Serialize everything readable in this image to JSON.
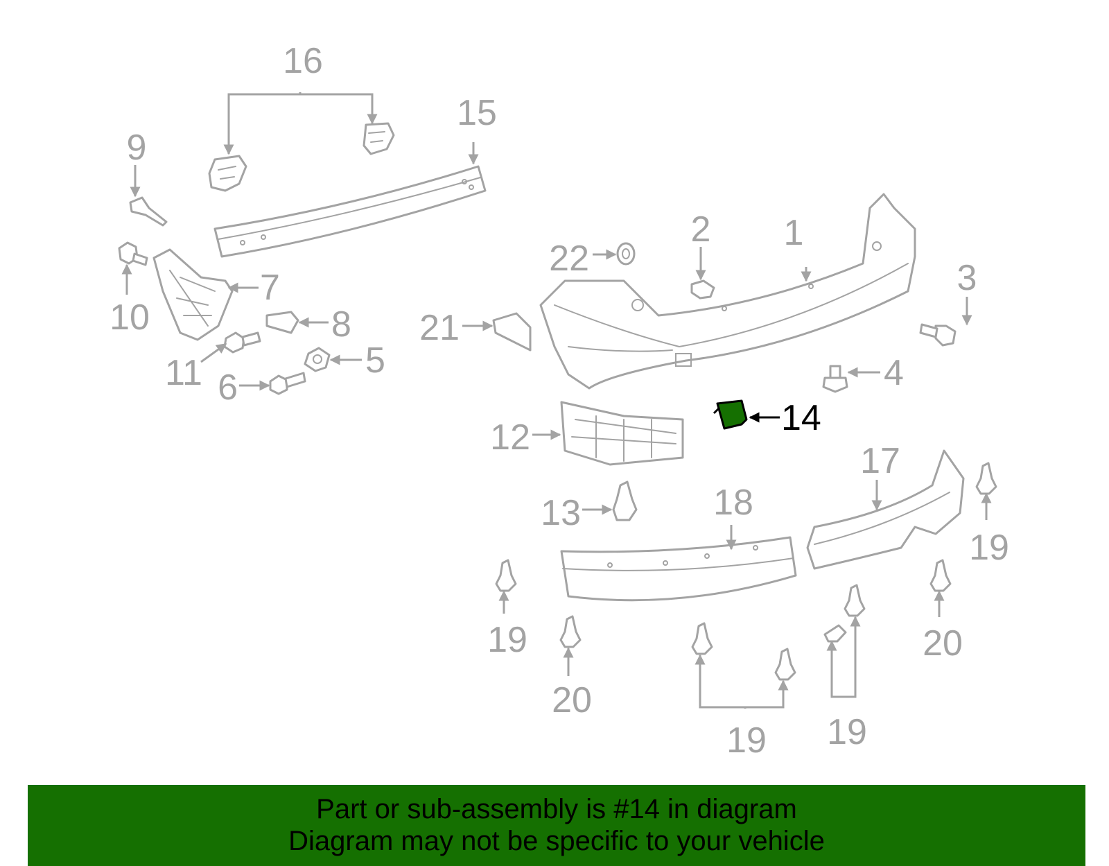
{
  "diagram": {
    "labels": {
      "l1": "1",
      "l2": "2",
      "l3": "3",
      "l4": "4",
      "l5": "5",
      "l6": "6",
      "l7": "7",
      "l8": "8",
      "l9": "9",
      "l10": "10",
      "l11": "11",
      "l12": "12",
      "l13": "13",
      "l14": "14",
      "l15": "15",
      "l16": "16",
      "l17": "17",
      "l18": "18",
      "l19": "19",
      "l20": "20",
      "l21": "21",
      "l22": "22"
    },
    "highlighted_part": "14",
    "highlight_color": "#157001",
    "part_color": "#a3a3a3"
  },
  "banner": {
    "line1": "Part or sub-assembly is #14 in diagram",
    "line2": "Diagram may not be specific to your vehicle",
    "background": "#157001"
  }
}
